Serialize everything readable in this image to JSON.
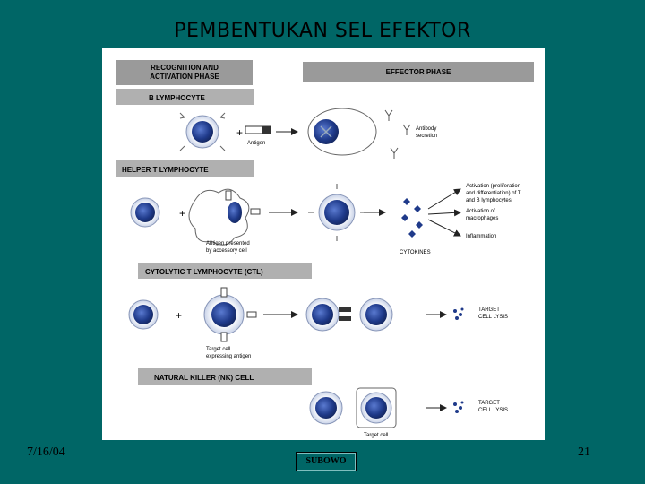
{
  "slide": {
    "title": "PEMBENTUKAN SEL EFEKTOR",
    "date": "7/16/04",
    "page_number": "21",
    "author": "SUBOWO"
  },
  "diagram": {
    "phase_left": [
      "RECOGNITION AND",
      "ACTIVATION PHASE"
    ],
    "phase_right": "EFFECTOR PHASE",
    "sections": {
      "b": "B LYMPHOCYTE",
      "th": "HELPER T LYMPHOCYTE",
      "ctl": "CYTOLYTIC T LYMPHOCYTE (CTL)",
      "nk": "NATURAL KILLER (NK) CELL"
    },
    "labels": {
      "antigen": "Antigen",
      "antibody": [
        "Antibody",
        "secretion"
      ],
      "apc": [
        "Antigen presented",
        "by accessory cell"
      ],
      "cytokines": "CYTOKINES",
      "act_tb": [
        "Activation (proliferation",
        "and differentiation) of T",
        "and B lymphocytes"
      ],
      "act_mac": [
        "Activation of",
        "macrophages"
      ],
      "inflammation": "Inflammation",
      "target_express": [
        "Target cell",
        "expressing antigen"
      ],
      "lysis_ctl": [
        "TARGET",
        "CELL LYSIS"
      ],
      "lysis_nk": [
        "TARGET",
        "CELL LYSIS"
      ],
      "target_cell": "Target cell",
      "plus": "+"
    }
  },
  "colors": {
    "background": "#006666",
    "cell_nucleus": "#2a4aa0",
    "header_bar": "#8a8a8a"
  }
}
